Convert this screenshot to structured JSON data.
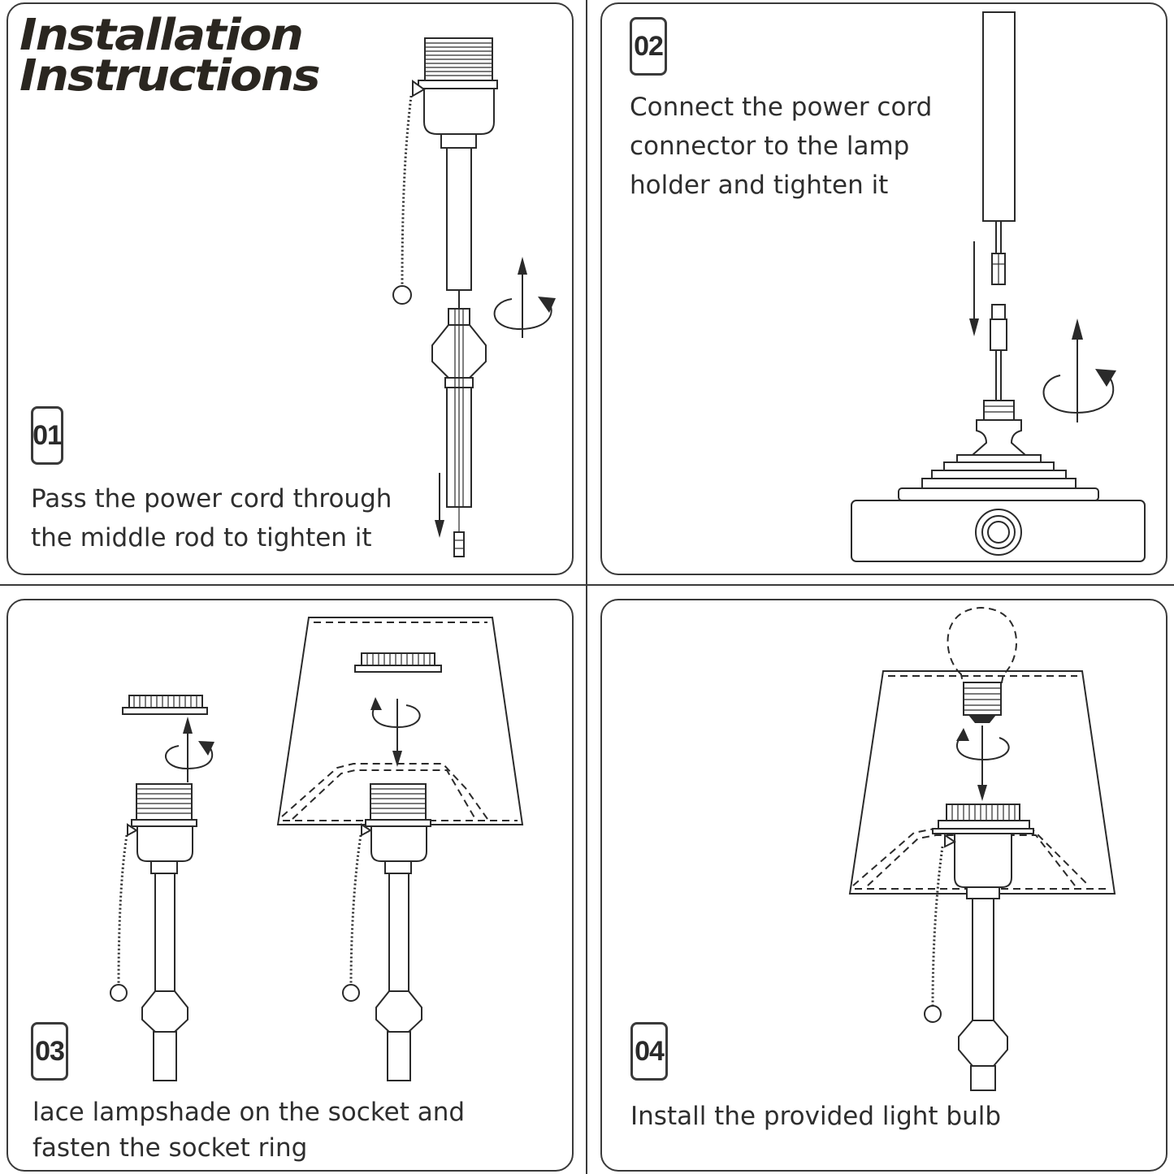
{
  "title": {
    "line1": "Installation",
    "line2": "Instructions"
  },
  "steps": [
    {
      "number": "01",
      "text_line1": "Pass the power cord through",
      "text_line2": "the middle rod to tighten it"
    },
    {
      "number": "02",
      "text_line1": "Connect the power cord",
      "text_line2": "connector to the lamp",
      "text_line3": "holder and tighten it"
    },
    {
      "number": "03",
      "text_line1": "lace lampshade on the socket and",
      "text_line2": "fasten the socket ring"
    },
    {
      "number": "04",
      "text_line1": "Install the provided light bulb"
    }
  ],
  "colors": {
    "line": "#2a2a2a",
    "title": "#2a2620",
    "background": "#ffffff"
  },
  "icons": [
    "lamp-socket-illustration",
    "rotation-arrow-icon",
    "down-arrow-icon",
    "lamp-base-illustration",
    "lampshade-illustration",
    "light-bulb-illustration"
  ]
}
